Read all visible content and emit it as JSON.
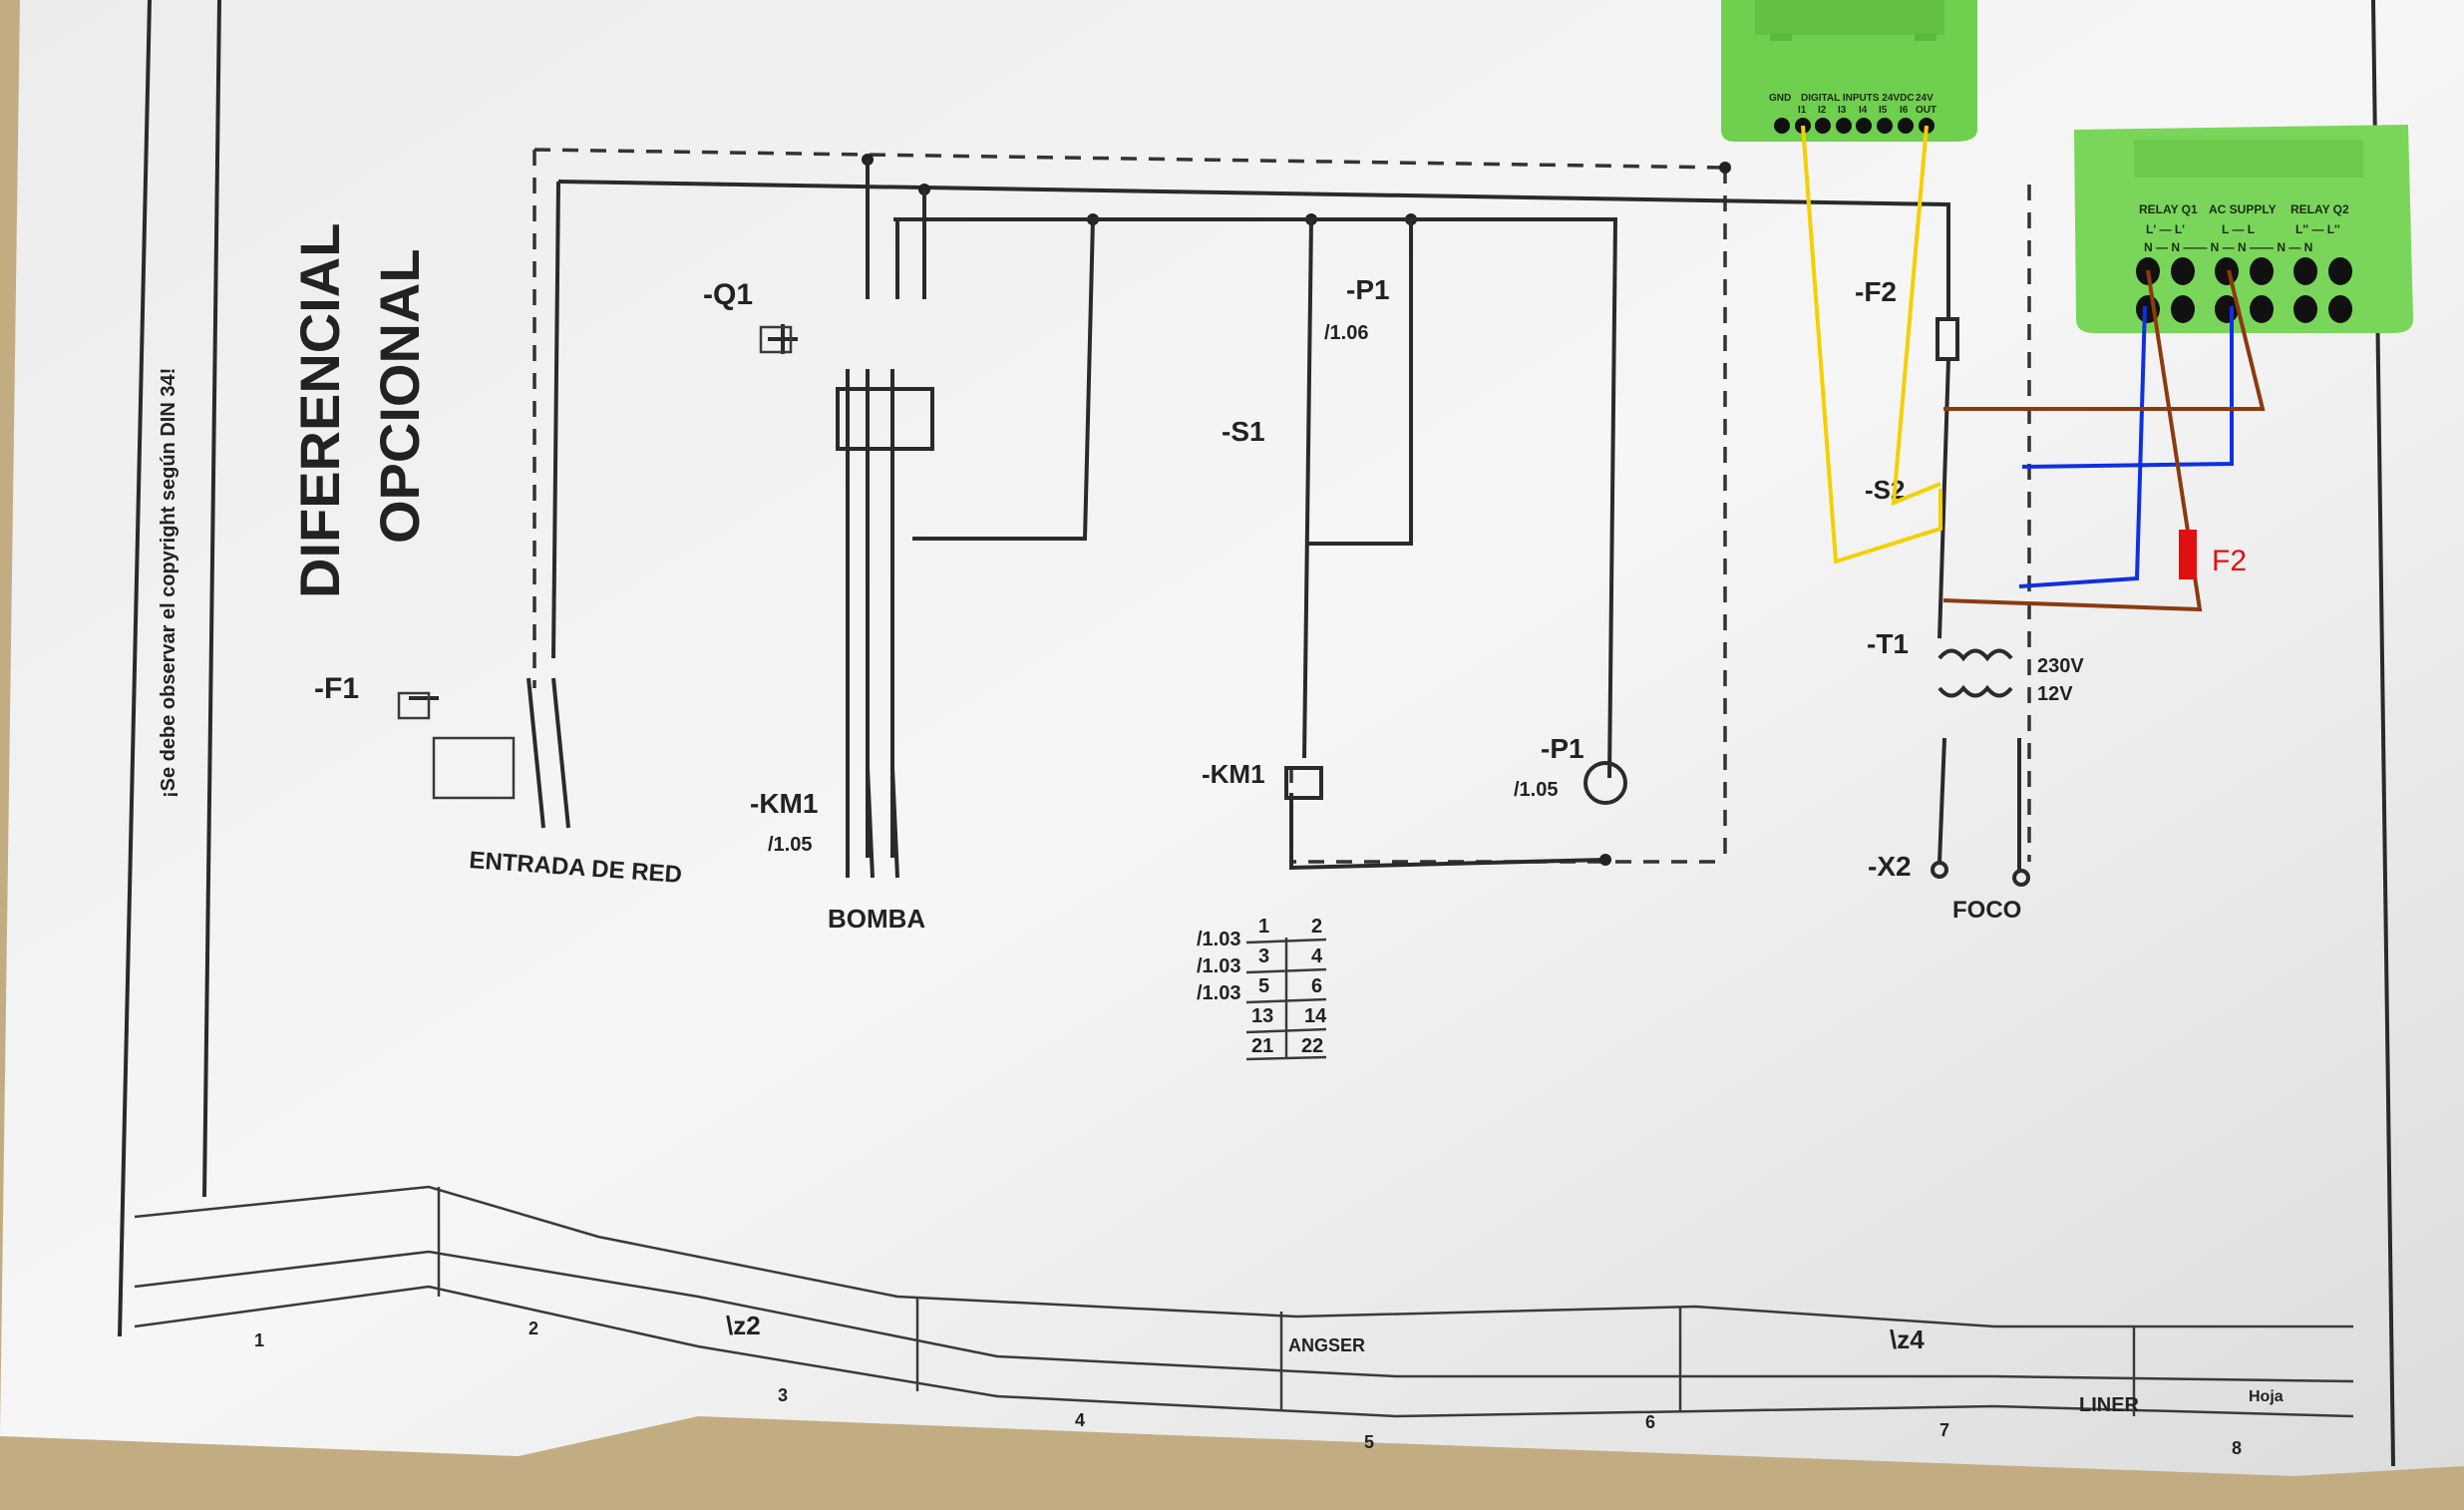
{
  "sheet": {
    "copyright_note": "¡Se debe observar el copyright según DIN 34!",
    "optional_note": [
      "DIFERENCIAL",
      "OPCIONAL"
    ],
    "title_block": {
      "zone_left": "\\z2",
      "company": "ANGSER",
      "zone_right": "\\z4",
      "product": "LINER",
      "sheet_label": "Hoja",
      "column_numbers": [
        "1",
        "2",
        "3",
        "4",
        "5",
        "6",
        "7",
        "8"
      ]
    }
  },
  "components": {
    "q1": "-Q1",
    "f1": "-F1",
    "mains_input": "ENTRADA DE RED",
    "km1_pump": "-KM1",
    "km1_pump_ref": "/1.05",
    "pump": "BOMBA",
    "p1_top": "-P1",
    "p1_top_ref": "/1.06",
    "s1": "-S1",
    "km1_coil": "-KM1",
    "p1_bottom": "-P1",
    "p1_bottom_ref": "/1.05",
    "f2": "-F2",
    "s2": "-S2",
    "t1": "-T1",
    "t1_primary": "230V",
    "t1_secondary": "12V",
    "x2": "-X2",
    "lamp": "FOCO",
    "added_fuse": "F2"
  },
  "contact_table": {
    "refs": [
      "/1.03",
      "/1.03",
      "/1.03"
    ],
    "rows": [
      [
        "1",
        "2"
      ],
      [
        "3",
        "4"
      ],
      [
        "5",
        "6"
      ],
      [
        "13",
        "14"
      ],
      [
        "21",
        "22"
      ]
    ]
  },
  "input_module": {
    "header": [
      "GND",
      "DIGITAL INPUTS 24VDC",
      "24V"
    ],
    "terminals": [
      "I1",
      "I2",
      "I3",
      "I4",
      "I5",
      "I6",
      "OUT"
    ]
  },
  "relay_module": {
    "groups": [
      "RELAY Q1",
      "AC SUPPLY",
      "RELAY Q2"
    ],
    "line_row": [
      "L' — L'",
      "L — L",
      "L'' — L''"
    ],
    "neutral_row": "N — N —— N — N —— N — N"
  },
  "colors": {
    "module_green": "#6fcf4f",
    "signal_wire": "#f4d000",
    "neutral_wire": "#1030e0",
    "live_wire": "#8b3a10",
    "fuse": "#e01010"
  }
}
